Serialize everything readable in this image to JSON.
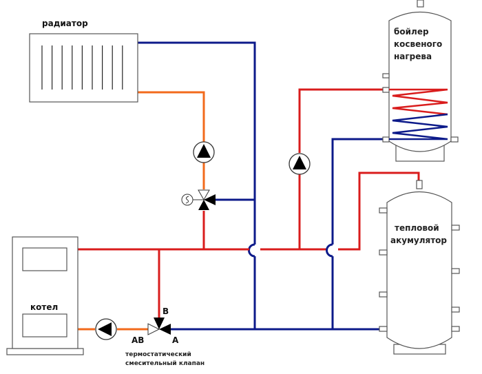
{
  "diagram": {
    "type": "heating-system-schematic",
    "colors": {
      "hot": "#d91c1c",
      "cold": "#0c1a8a",
      "warm": "#f26a1b",
      "outline": "#555555"
    },
    "components": {
      "radiator": {
        "label": "радиатор",
        "fins": 9
      },
      "boiler_indirect": {
        "label_lines": [
          "бойлер",
          "косвеного",
          "нагрева"
        ]
      },
      "accumulator": {
        "label_lines": [
          "тепловой",
          "акумулятор"
        ]
      },
      "kettle": {
        "label": "котел"
      },
      "mixing_valve": {
        "port_b": "B",
        "port_ab": "AB",
        "port_a": "A",
        "caption_lines": [
          "термостатический",
          "смесительный клапан"
        ]
      }
    }
  }
}
